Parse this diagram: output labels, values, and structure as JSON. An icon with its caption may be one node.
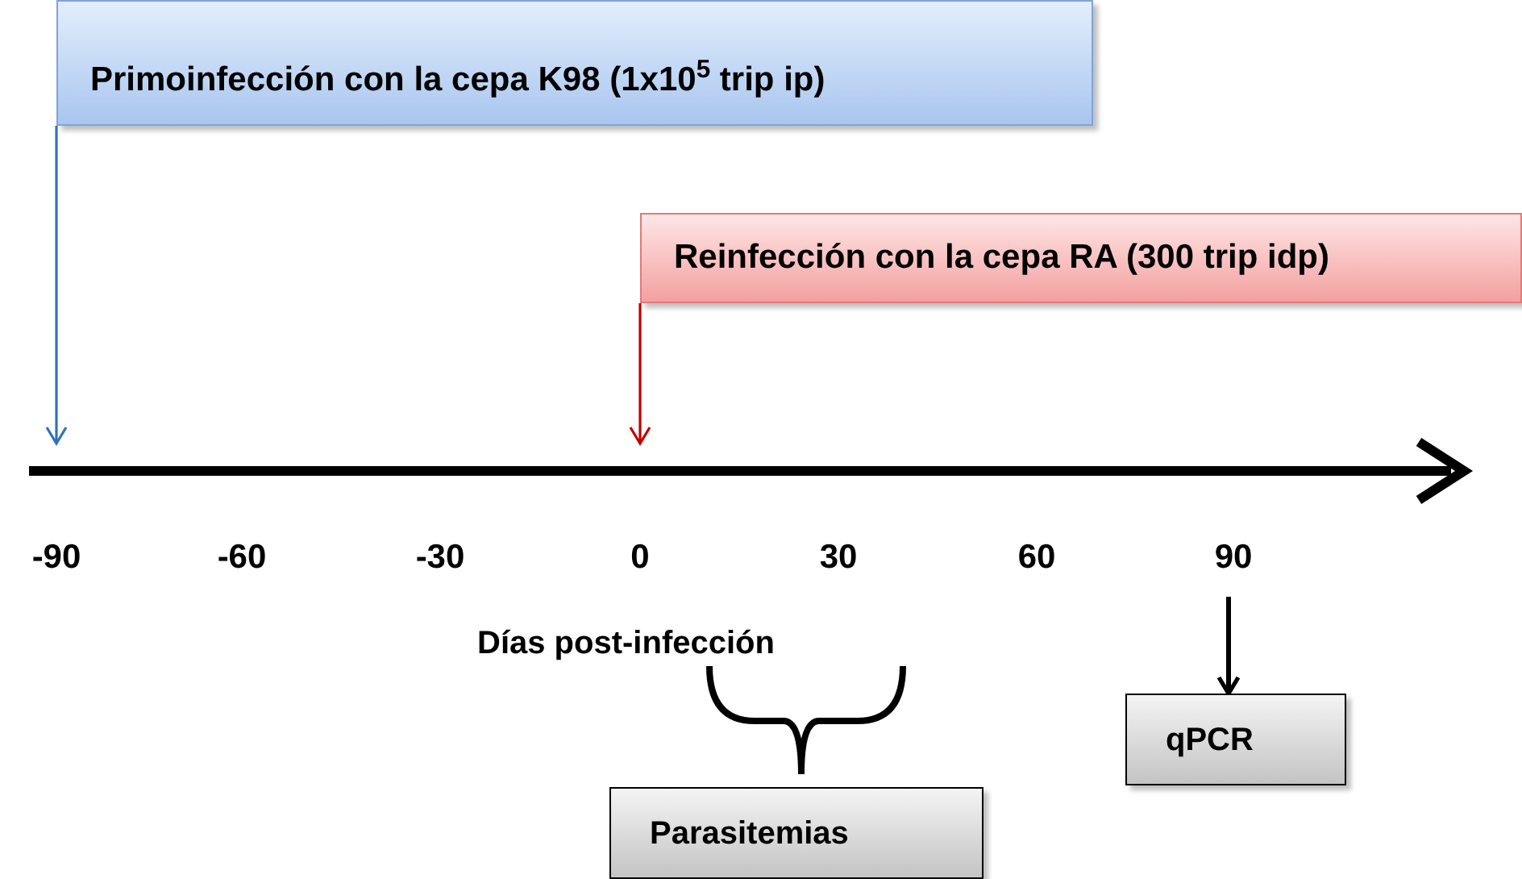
{
  "diagram": {
    "nodes": [
      {
        "text": [
          "Primoinfección con la cepa K98 (1x10$^{5}$ trip ip)"
        ]
      },
      {
        "text": [
          "Reinfección con la cepa RA (300 trip idp)"
        ]
      },
      {
        "text": [
          "qPCR"
        ]
      },
      {
        "text": [
          "Parasitemias"
        ]
      }
    ],
    "edges": [
      {
        "from": 0,
        "to": null,
        "arrow": "to",
        "color": "#2e75b6"
      },
      {
        "from": 1,
        "to": null,
        "arrow": "to",
        "color": "#c00000"
      },
      {
        "from": null,
        "to": 2,
        "arrow": "to",
        "color": "#000000"
      }
    ],
    "labels": [
      "-90",
      "-60",
      "-30",
      "0",
      "30",
      "60",
      "90",
      "Días post-infección"
    ]
  }
}
